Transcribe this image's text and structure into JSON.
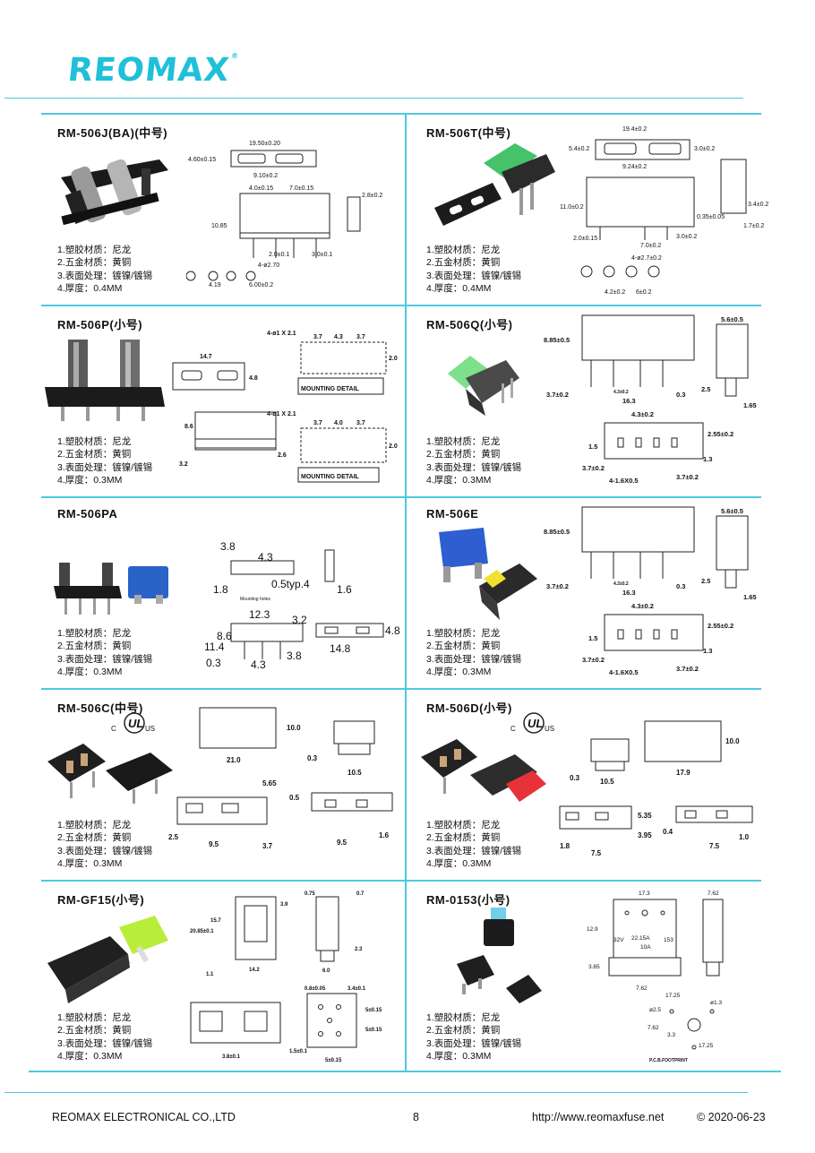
{
  "brand": "REOMAX",
  "footer": {
    "company": "REOMAX  ELECTRONICAL CO.,LTD",
    "page": "8",
    "url": "http://www.reomaxfuse.net",
    "date": "© 2020-06-23"
  },
  "colors": {
    "accent": "#4fc9dc",
    "logo": "#1fc0d8"
  },
  "products": [
    {
      "model": "RM-506J(BA)(中号)",
      "specs": [
        "1.塑胶材质：尼龙",
        "2.五金材质：黄铜",
        "3.表面处理：镀镍/镀锡",
        "4.厚度：0.4MM"
      ],
      "dims": [
        "19.50±0.20",
        "4.60±0.15",
        "9.10±0.2",
        "4.0±0.15",
        "7.0±0.15",
        "2.8±0.2",
        "10.85",
        "2.0±0.1",
        "3.0±0.1",
        "4-ø2.70",
        "4.19",
        "6.00±0.2"
      ]
    },
    {
      "model": "RM-506T(中号)",
      "specs": [
        "1.塑胶材质：尼龙",
        "2.五金材质：黄铜",
        "3.表面处理：镀镍/镀锡",
        "4.厚度：0.4MM"
      ],
      "dims": [
        "19.4±0.2",
        "5.4±0.2",
        "3.0±0.2",
        "9.24±0.2",
        "11.0±0.2",
        "3.4±0.2",
        "0.35±0.05",
        "1.7±0.2",
        "2.0±0.15",
        "7.0±0.2",
        "3.0±0.2",
        "4-ø2.7±0.2",
        "4.2±0.2",
        "6±0.2"
      ]
    },
    {
      "model": "RM-506P(小号)",
      "specs": [
        "1.塑胶材质：尼龙",
        "2.五金材质：黄铜",
        "3.表面处理：镀镍/镀锡",
        "4.厚度：0.3MM"
      ],
      "dims": [
        "14.7",
        "4.8",
        "4-ø1 X 2.1",
        "3.7",
        "4.3",
        "3.7",
        "2.0",
        "MOUNTING DETAIL",
        "8.6",
        "3.2",
        "2.6",
        "4-ø1 X 2.1",
        "3.7",
        "4.0",
        "3.7",
        "2.0",
        "MOUNTING DETAIL"
      ]
    },
    {
      "model": "RM-506Q(小号)",
      "specs": [
        "1.塑胶材质：尼龙",
        "2.五金材质：黄铜",
        "3.表面处理：镀镍/镀锡",
        "4.厚度：0.3MM"
      ],
      "dims": [
        "8.85±0.5",
        "5.6±0.5",
        "3.7±0.2",
        "4.3±0.2",
        "16.3",
        "0.3",
        "2.5",
        "1.65",
        "4.3±0.2",
        "2.55±0.2",
        "1.5",
        "1.3",
        "3.7±0.2",
        "4-1.6X0.5",
        "3.7±0.2"
      ]
    },
    {
      "model": "RM-506PA",
      "specs": [
        "1.塑胶材质：尼龙",
        "2.五金材质：黄铜",
        "3.表面处理：镀镍/镀锡",
        "4.厚度：0.3MM"
      ],
      "dims": [
        "3.8",
        "4.3",
        "1.8",
        "0.5typ.4",
        "1.6",
        "Mounting holes",
        "12.3",
        "3.2",
        "8.6",
        "11.4",
        "0.3",
        "4.3",
        "3.8",
        "14.8",
        "4.8"
      ]
    },
    {
      "model": "RM-506E",
      "specs": [
        "1.塑胶材质：尼龙",
        "2.五金材质：黄铜",
        "3.表面处理：镀镍/镀锡",
        "4.厚度：0.3MM"
      ],
      "dims": [
        "8.85±0.5",
        "5.6±0.5",
        "3.7±0.2",
        "4.3±0.2",
        "16.3",
        "0.3",
        "2.5",
        "1.65",
        "4.3±0.2",
        "2.55±0.2",
        "1.5",
        "1.3",
        "3.7±0.2",
        "4-1.6X0.5",
        "3.7±0.2"
      ]
    },
    {
      "model": "RM-506C(中号)",
      "specs": [
        "1.塑胶材质：尼龙",
        "2.五金材质：黄铜",
        "3.表面处理：镀镍/镀锡",
        "4.厚度：0.3MM"
      ],
      "cert": [
        "C",
        "US"
      ],
      "dims": [
        "10.0",
        "21.0",
        "0.3",
        "10.5",
        "5.65",
        "0.5",
        "2.5",
        "9.5",
        "3.7",
        "9.5",
        "1.6"
      ]
    },
    {
      "model": "RM-506D(小号)",
      "specs": [
        "1.塑胶材质：尼龙",
        "2.五金材质：黄铜",
        "3.表面处理：镀镍/镀锡",
        "4.厚度：0.3MM"
      ],
      "cert": [
        "C",
        "US"
      ],
      "dims": [
        "10.0",
        "0.3",
        "10.5",
        "17.9",
        "5.35",
        "3.95",
        "0.4",
        "1.8",
        "7.5",
        "7.5",
        "1.0"
      ]
    },
    {
      "model": "RM-GF15(小号)",
      "specs": [
        "1.塑胶材质：尼龙",
        "2.五金材质：黄铜",
        "3.表面处理：镀镍/镀锡",
        "4.厚度：0.3MM"
      ],
      "dims": [
        "0.75",
        "0.7",
        "3.9",
        "15.7",
        "20.85±0.1",
        "2.3",
        "1.1",
        "14.2",
        "6.0",
        "0.8±0.05",
        "3.4±0.1",
        "5±0.15",
        "5±0.15",
        "3.8±0.1",
        "1.5±0.1",
        "5±0.15"
      ]
    },
    {
      "model": "RM-0153(小号)",
      "specs": [
        "1.塑胶材质：尼龙",
        "2.五金材质：黄铜",
        "3.表面处理：镀镍/镀锡",
        "4.厚度：0.3MM"
      ],
      "dims": [
        "17.3",
        "7.62",
        "12.9",
        "32V",
        "22.15A",
        "10A",
        "153",
        "3.65",
        "7.62",
        "17.25",
        "ø1.3",
        "ø2.5",
        "7.62",
        "3.3",
        "17.25",
        "P.C.B.FOOTPRINT"
      ]
    }
  ]
}
